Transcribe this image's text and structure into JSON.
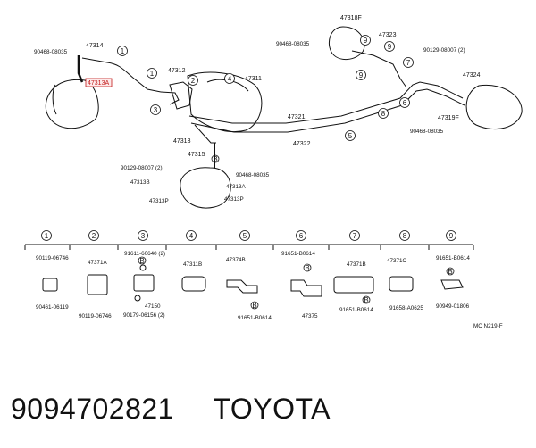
{
  "diagram": {
    "labels": {
      "l_90468_08035_a": "90468-08035",
      "l_47314": "47314",
      "l_47313a_hl": "47313A",
      "l_47312": "47312",
      "l_47311": "47311",
      "l_47313": "47313",
      "l_47315": "47315",
      "l_90129_08007_a": "90129-08007 (2)",
      "l_90468_08035_b": "90468-08035",
      "l_47313b": "47313B",
      "l_47313a_b": "47313A",
      "l_47313p_a": "47313P",
      "l_47313p_b": "47313P",
      "l_47321": "47321",
      "l_47322": "47322",
      "l_47318f": "47318F",
      "l_90468_08035_c": "90468-08035",
      "l_47323": "47323",
      "l_90129_08007_b": "90129-08007 (2)",
      "l_47324": "47324",
      "l_47319f": "47319F",
      "l_90468_08035_d": "90468-08035"
    },
    "circles": [
      "1",
      "2",
      "3",
      "4",
      "5",
      "6",
      "7",
      "8",
      "9"
    ],
    "parts": {
      "p1": {
        "top": "90119-06746",
        "bottom": "90461-06119"
      },
      "p2": {
        "top": "47371A",
        "bottom": "90119-06746"
      },
      "p3": {
        "top": "91611-60640 (2)",
        "mid": "47150",
        "bottom": "90179-06156 (2)"
      },
      "p4": {
        "top": "47311B"
      },
      "p5": {
        "top": "47374B",
        "bottom": "91651-B0614"
      },
      "p6": {
        "top": "91651-B0614",
        "bottom": "47375"
      },
      "p7": {
        "top": "47371B",
        "bottom": "91651-B0614"
      },
      "p8": {
        "top": "47371C",
        "bottom": "91658-A0625"
      },
      "p9": {
        "top": "91651-B0614",
        "bottom": "90949-01806"
      }
    },
    "callout_B": "B",
    "ref_code": "MC N219-F"
  },
  "caption": {
    "part_number": "9094702821",
    "brand": "TOYOTA"
  }
}
